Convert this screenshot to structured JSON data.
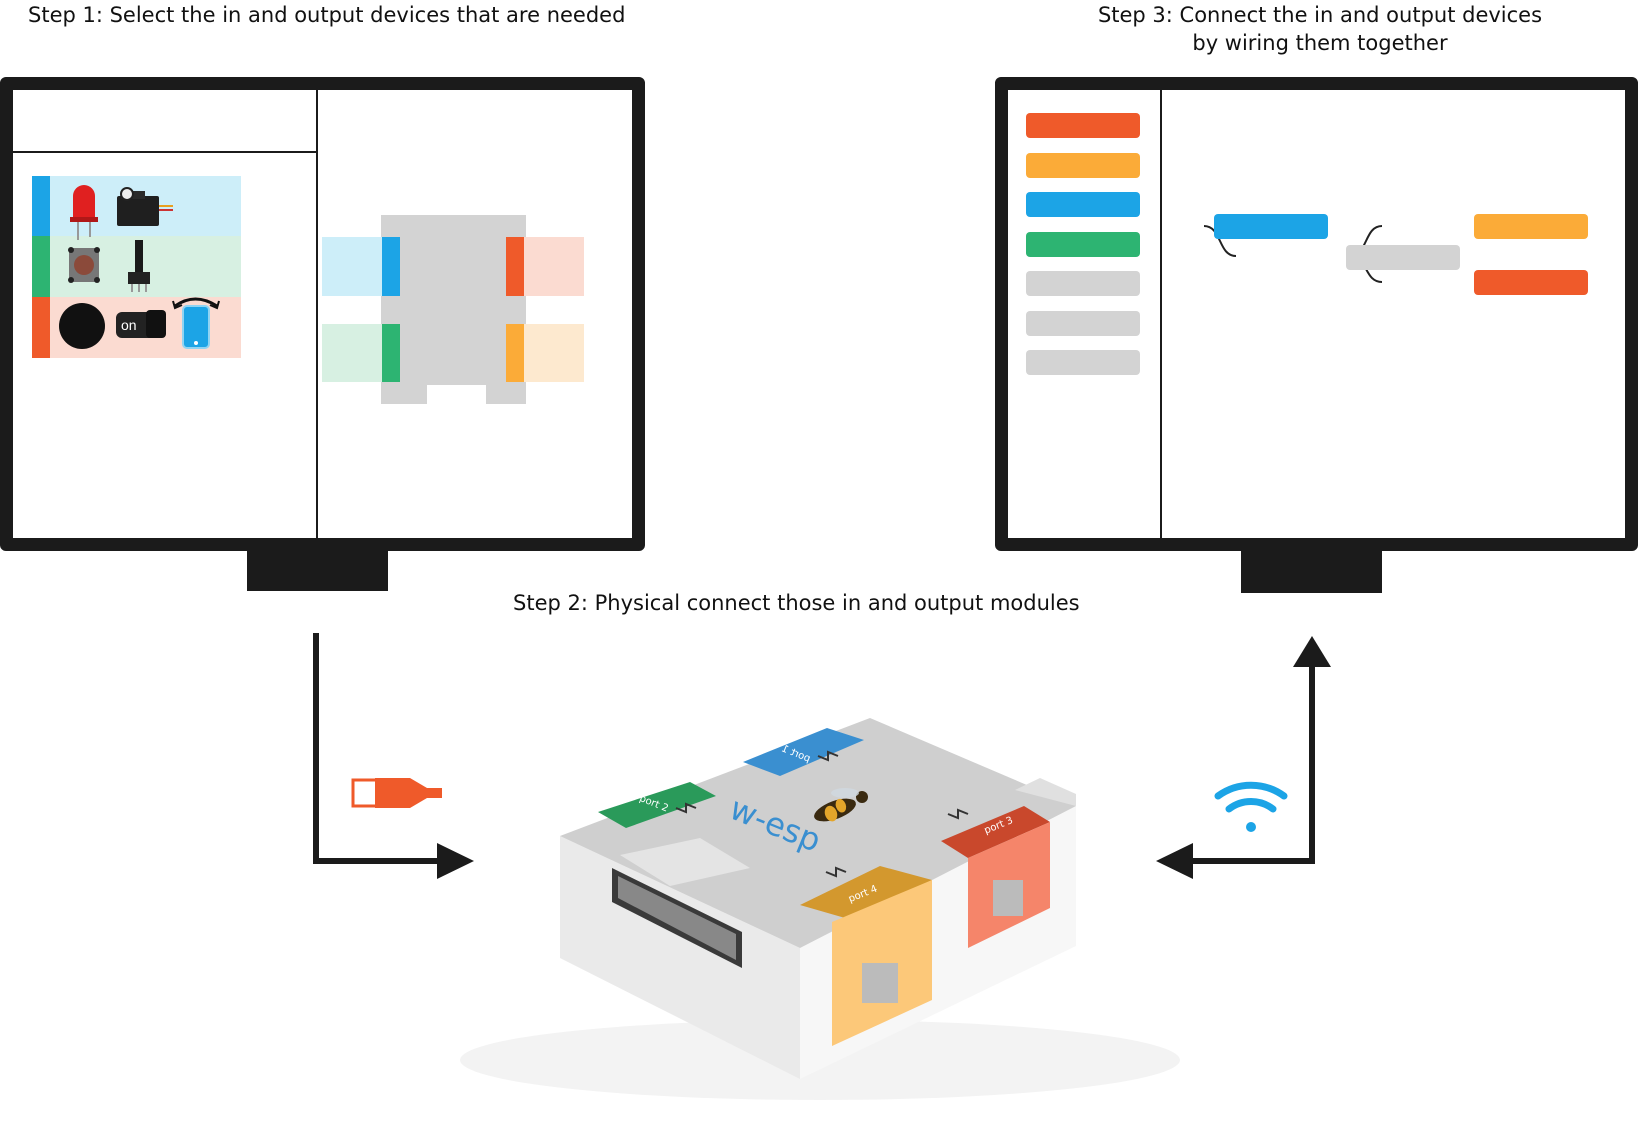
{
  "step1": "Step 1: Select the in and output devices that are needed",
  "step2": "Step 2: Physical connect those in and output modules",
  "step3_line1": "Step 3: Connect the in and output devices",
  "step3_line2": "by wiring them together",
  "palette": {
    "blue": "#1ca4e6",
    "green": "#2db472",
    "orange": "#ef5a2a",
    "yellow": "#fbab38",
    "gray": "#d3d3d3"
  },
  "switch_label": "on",
  "device": {
    "brand": "w-esp",
    "port1": "port 1",
    "port2": "port 2",
    "port3": "port 3",
    "port4": "port 4"
  },
  "icons": [
    "led-icon",
    "servo-icon",
    "push-button-icon",
    "potentiometer-icon",
    "big-button-icon",
    "switch-icon",
    "phone-tilt-icon",
    "usb-icon",
    "wifi-icon"
  ]
}
